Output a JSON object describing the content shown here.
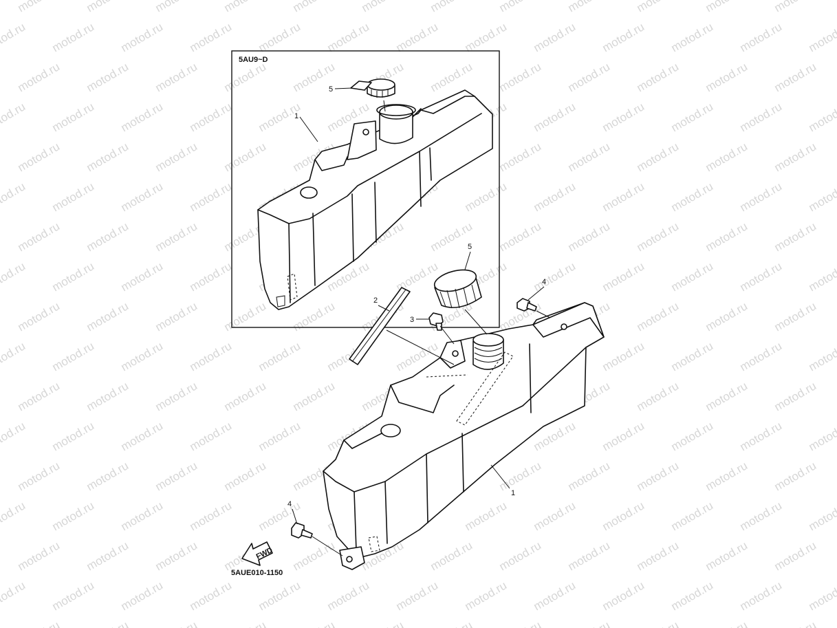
{
  "watermark": "motod.ru",
  "inset": {
    "variant_label": "5AU9~D",
    "callouts": [
      "1",
      "5"
    ]
  },
  "main": {
    "callouts": [
      "1",
      "2",
      "3",
      "4",
      "4",
      "5"
    ],
    "fwd_label": "FWD",
    "diagram_code": "5AUE010-1150"
  }
}
